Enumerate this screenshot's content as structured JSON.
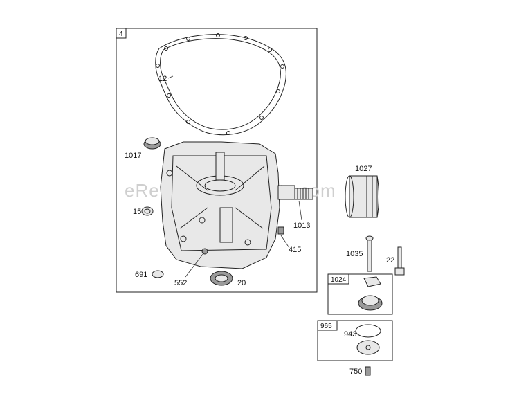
{
  "watermark": "eReplacementParts.com",
  "main_box_label": "4",
  "sub_boxes": [
    {
      "id": "oil_pump_box",
      "label": "1024"
    },
    {
      "id": "cover_box",
      "label": "965"
    }
  ],
  "callouts": [
    {
      "id": "gasket",
      "text": "12"
    },
    {
      "id": "1017",
      "text": "1017"
    },
    {
      "id": "15",
      "text": "15"
    },
    {
      "id": "691",
      "text": "691"
    },
    {
      "id": "552",
      "text": "552"
    },
    {
      "id": "20",
      "text": "20"
    },
    {
      "id": "1013",
      "text": "1013"
    },
    {
      "id": "415",
      "text": "415"
    },
    {
      "id": "1027",
      "text": "1027"
    },
    {
      "id": "1035",
      "text": "1035"
    },
    {
      "id": "22",
      "text": "22"
    },
    {
      "id": "943",
      "text": "943"
    },
    {
      "id": "750",
      "text": "750"
    }
  ]
}
